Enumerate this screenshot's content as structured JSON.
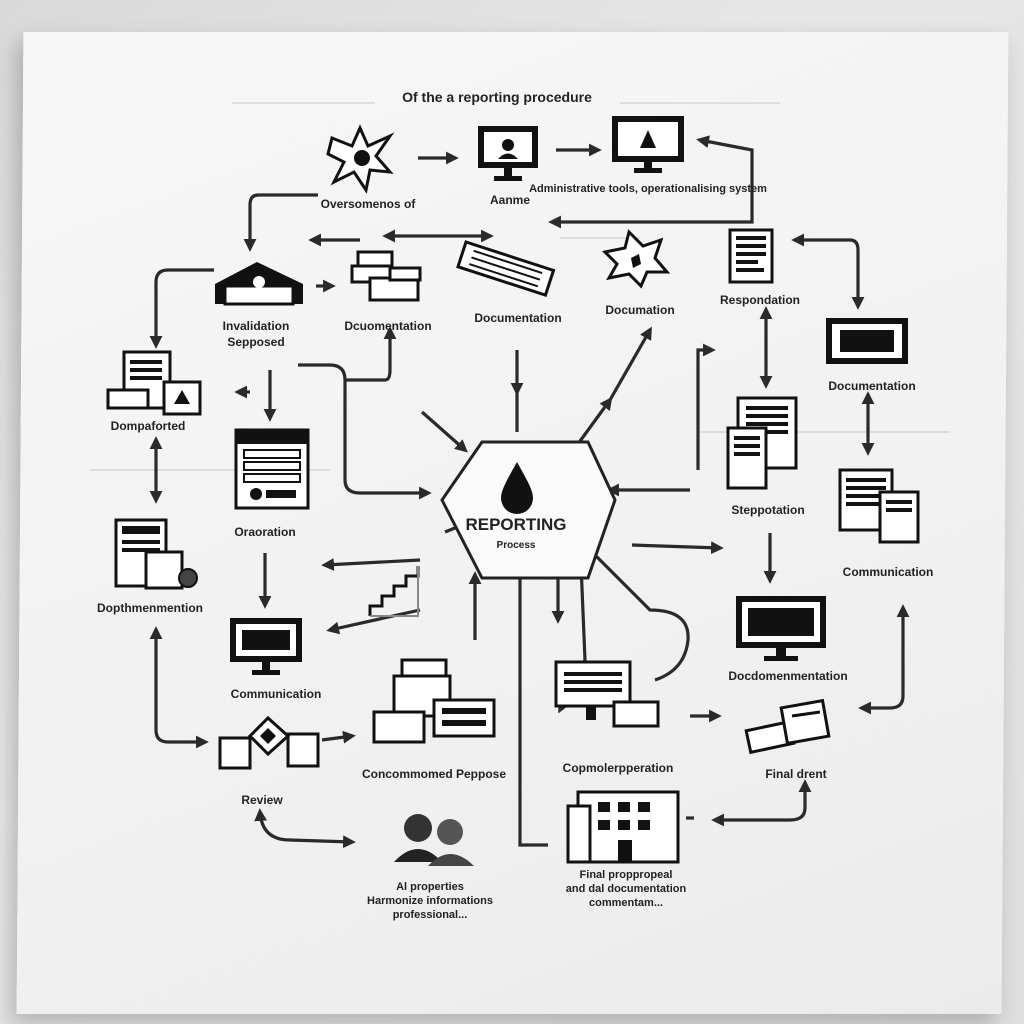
{
  "diagram": {
    "title": "Of the a reporting procedure",
    "center": {
      "title": "REPORTING",
      "subtitle": "Process"
    },
    "nodes": {
      "top_left": "Oversomenos of",
      "top_mid": "Aanme",
      "top_right_1": "Administrative tools, operationalising system",
      "row2_warehouse_1": "Invalidation",
      "row2_warehouse_2": "Sepposed",
      "row2_docs": "Dcuomentation",
      "row2_ruler": "Documentation",
      "row2_explosion": "Documation",
      "row2_right": "Respondation",
      "right_monitor": "Documentation",
      "left_papers": "Dompaforted",
      "left_form": "Oraoration",
      "right_docs": "Steppotation",
      "left_doc_gear": "Dopthmenmention",
      "right_docs_2": "Communication",
      "left_monitor": "Communication",
      "right_monitor_2": "Docdomenmentation",
      "left_boxes": "Review",
      "mid_docs": "Concommomed Peppose",
      "mid_screen": "Copmolerpperation",
      "right_final": "Final drent",
      "bottom_people_1": "Al properties",
      "bottom_people_2": "Harmonize informations",
      "bottom_people_3": "professional...",
      "bottom_building_1": "Final proppropeal",
      "bottom_building_2": "and dal documentation",
      "bottom_building_3": "commentam..."
    }
  },
  "colors": {
    "ink": "#222222",
    "paper": "#f3f3f3",
    "shade": "#888888"
  }
}
